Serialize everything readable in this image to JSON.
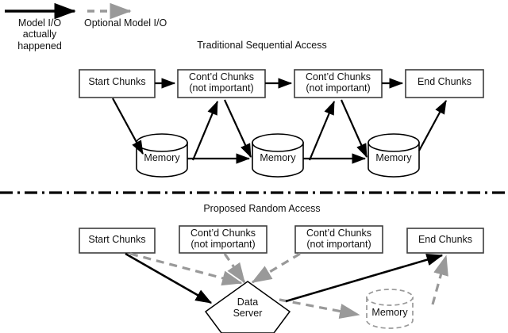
{
  "figure": {
    "background": "#ffffff",
    "solid_color": "#000000",
    "dashed_color": "#999999",
    "box_stroke": "#3d3d3d",
    "text_color": "#111111"
  },
  "legend": {
    "solid": {
      "icon": "solid-arrow-icon",
      "label": "Model I/O\nactually\nhappened"
    },
    "dashed": {
      "icon": "dashed-arrow-icon",
      "label": "Optional Model I/O"
    }
  },
  "sections": [
    {
      "id": "traditional",
      "title": "Traditional Sequential Access",
      "boxes": [
        {
          "id": "start-chunks",
          "label": "Start Chunks"
        },
        {
          "id": "contd-chunks-1",
          "label": "Cont’d Chunks\n(not important)"
        },
        {
          "id": "contd-chunks-2",
          "label": "Cont’d Chunks\n(not important)"
        },
        {
          "id": "end-chunks",
          "label": "End Chunks"
        }
      ],
      "cylinders": [
        {
          "id": "memory-1",
          "label": "Memory",
          "style": "solid"
        },
        {
          "id": "memory-2",
          "label": "Memory",
          "style": "solid"
        },
        {
          "id": "memory-3",
          "label": "Memory",
          "style": "solid"
        }
      ]
    },
    {
      "id": "proposed",
      "title": "Proposed Random Access",
      "boxes": [
        {
          "id": "start-chunks",
          "label": "Start Chunks"
        },
        {
          "id": "contd-chunks-1",
          "label": "Cont’d Chunks\n(not important)"
        },
        {
          "id": "contd-chunks-2",
          "label": "Cont’d Chunks\n(not important)"
        },
        {
          "id": "end-chunks",
          "label": "End Chunks"
        }
      ],
      "pentagon": {
        "id": "data-server",
        "label": "Data\nServer"
      },
      "cylinders": [
        {
          "id": "memory-optional",
          "label": "Memory",
          "style": "dashed"
        }
      ]
    }
  ],
  "divider": {
    "id": "section-divider",
    "style": "dash-dot"
  }
}
